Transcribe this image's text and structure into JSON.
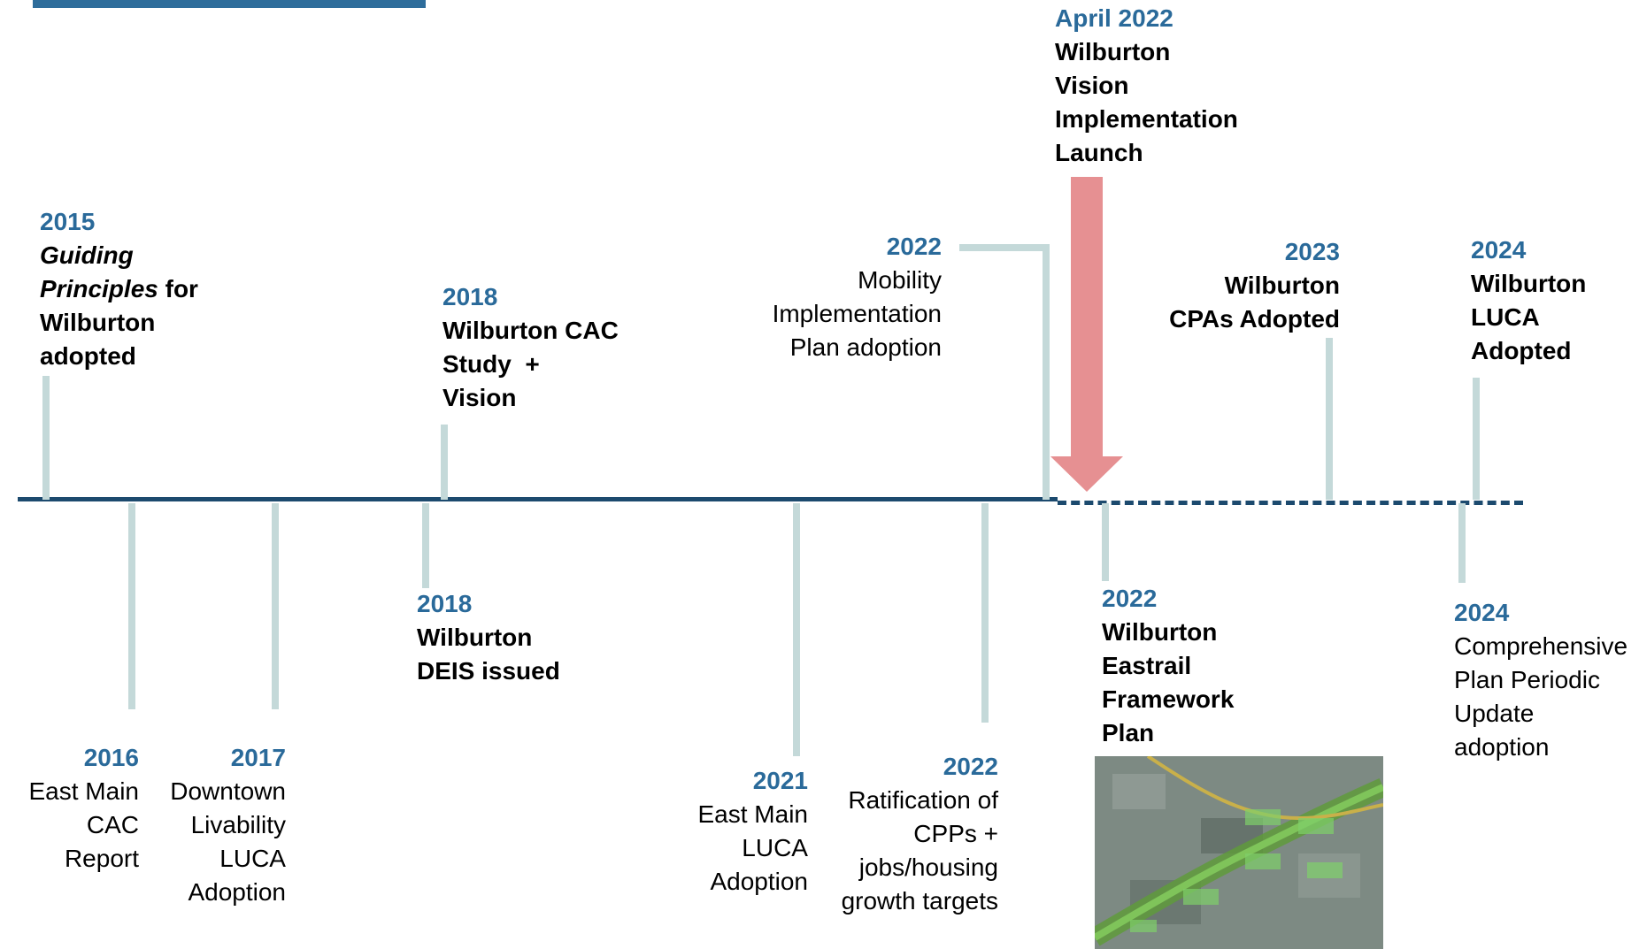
{
  "events": {
    "e2015": {
      "year": "2015",
      "desc_italic": "Guiding Principles",
      "desc_rest": "for Wilburton adopted"
    },
    "e2016": {
      "year": "2016",
      "desc": "East Main CAC Report"
    },
    "e2017": {
      "year": "2017",
      "desc": "Downtown Livability LUCA Adoption"
    },
    "e2018a": {
      "year": "2018",
      "desc": "Wilburton CAC Study  + Vision"
    },
    "e2018b": {
      "year": "2018",
      "desc": "Wilburton DEIS issued"
    },
    "e2021": {
      "year": "2021",
      "desc": "East Main LUCA Adoption"
    },
    "e2022a": {
      "year": "2022",
      "desc": "Mobility Implementation Plan adoption"
    },
    "e2022b": {
      "year": "2022",
      "desc": "Ratification of CPPs + jobs/housing growth targets"
    },
    "e2022c": {
      "year": "April 2022",
      "desc": "Wilburton Vision Implementation Launch"
    },
    "e2022d": {
      "year": "2022",
      "desc": "Wilburton Eastrail Framework Plan"
    },
    "e2023": {
      "year": "2023",
      "desc": "Wilburton CPAs Adopted"
    },
    "e2024a": {
      "year": "2024",
      "desc": "Wilburton LUCA Adopted"
    },
    "e2024b": {
      "year": "2024",
      "desc": "Comprehensive Plan Periodic Update adoption"
    }
  },
  "colors": {
    "axis": "#1c4a6e",
    "year_text": "#2a6a9a",
    "stem": "#c4d9d9",
    "arrow": "#e69092",
    "top_bar": "#2e6d9b"
  },
  "icons": {
    "launch_marker": "down-arrow-icon"
  }
}
